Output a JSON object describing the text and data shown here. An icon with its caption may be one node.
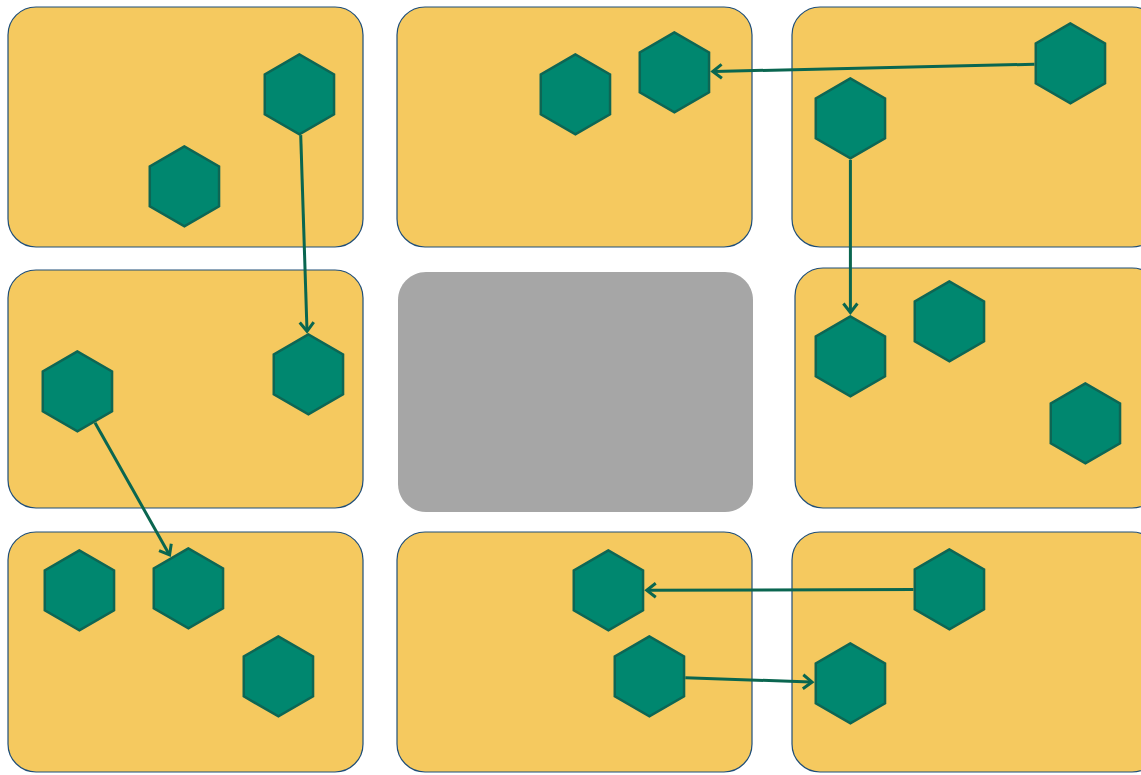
{
  "diagram": {
    "nodes": [
      {
        "text": [],
        "shape": "box"
      },
      {
        "text": [],
        "shape": "hexagon",
        "in": 0
      },
      {
        "text": [],
        "shape": "hexagon",
        "in": 0
      },
      {
        "text": [],
        "shape": "box"
      },
      {
        "text": [],
        "shape": "hexagon",
        "in": 3
      },
      {
        "text": [],
        "shape": "hexagon",
        "in": 3
      },
      {
        "text": [],
        "shape": "box"
      },
      {
        "text": [],
        "shape": "hexagon",
        "in": 6
      },
      {
        "text": [],
        "shape": "hexagon",
        "in": 6
      },
      {
        "text": [],
        "shape": "box"
      },
      {
        "text": [],
        "shape": "hexagon",
        "in": 9
      },
      {
        "text": [],
        "shape": "hexagon",
        "in": 9
      },
      {
        "text": [],
        "shape": "box"
      },
      {
        "text": [],
        "shape": "box"
      },
      {
        "text": [],
        "shape": "hexagon",
        "in": 13
      },
      {
        "text": [],
        "shape": "hexagon",
        "in": 13
      },
      {
        "text": [],
        "shape": "hexagon",
        "in": 13
      },
      {
        "text": [],
        "shape": "box"
      },
      {
        "text": [],
        "shape": "hexagon",
        "in": 17
      },
      {
        "text": [],
        "shape": "hexagon",
        "in": 17
      },
      {
        "text": [],
        "shape": "hexagon",
        "in": 17
      },
      {
        "text": [],
        "shape": "box"
      },
      {
        "text": [],
        "shape": "hexagon",
        "in": 21
      },
      {
        "text": [],
        "shape": "hexagon",
        "in": 21
      },
      {
        "text": [],
        "shape": "box"
      },
      {
        "text": [],
        "shape": "hexagon",
        "in": 24
      },
      {
        "text": [],
        "shape": "hexagon",
        "in": 24
      }
    ],
    "edges": [
      {
        "from": 2,
        "to": 11,
        "arrow": "to"
      },
      {
        "from": 8,
        "to": 5,
        "arrow": "to"
      },
      {
        "from": 7,
        "to": 14,
        "arrow": "to"
      },
      {
        "from": 10,
        "to": 19,
        "arrow": "to"
      },
      {
        "from": 26,
        "to": 22,
        "arrow": "to"
      },
      {
        "from": 23,
        "to": 25,
        "arrow": "to"
      }
    ]
  }
}
